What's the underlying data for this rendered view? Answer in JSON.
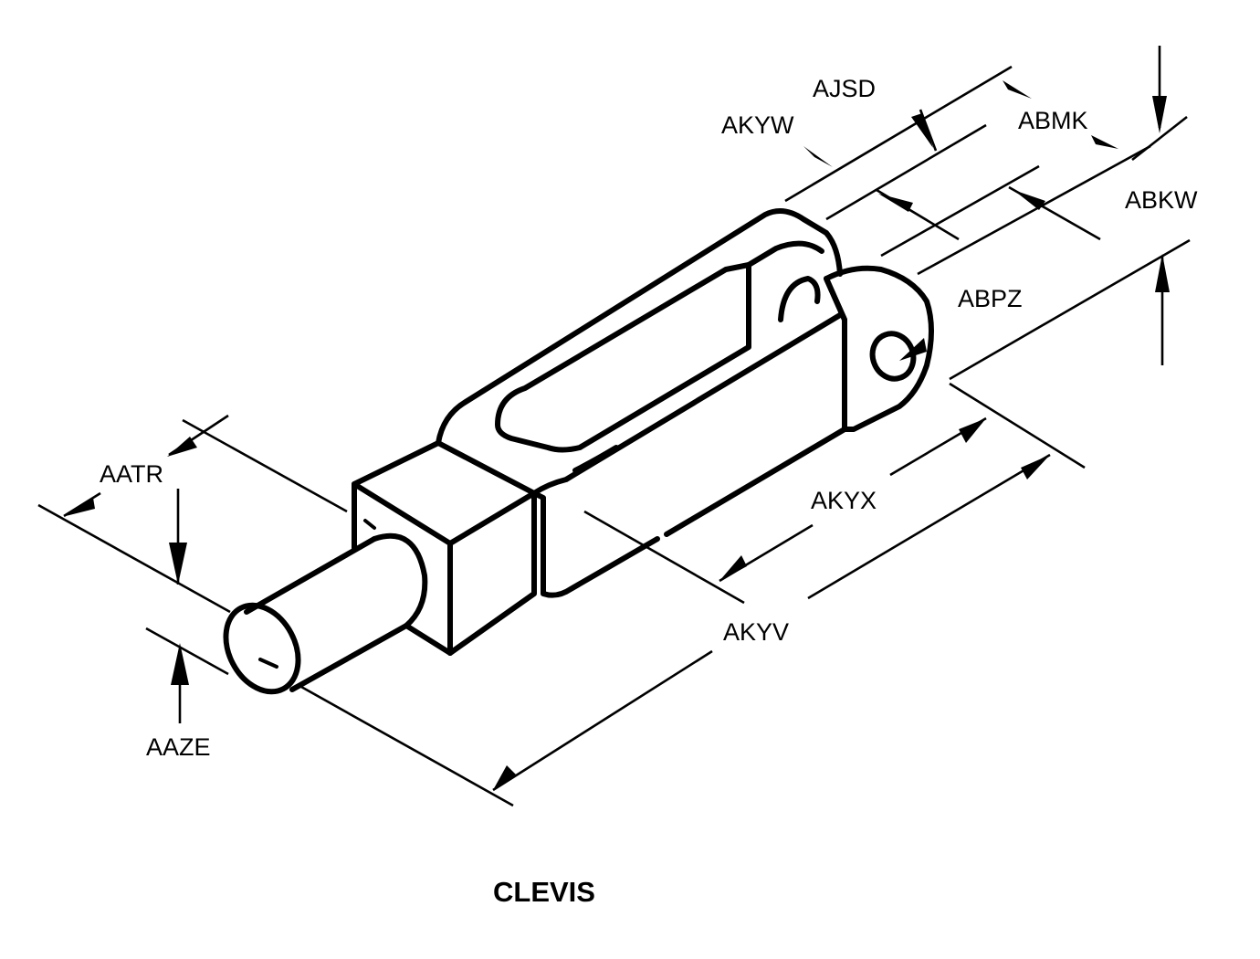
{
  "title": "CLEVIS",
  "colors": {
    "ink": "#000000",
    "background": "#ffffff"
  },
  "dimension_labels": {
    "ajsd": "AJSD",
    "akyw": "AKYW",
    "abmk": "ABMK",
    "abkw": "ABKW",
    "abpz": "ABPZ",
    "aatr": "AATR",
    "aaze": "AAZE",
    "akyx": "AKYX",
    "akyv": "AKYV"
  }
}
